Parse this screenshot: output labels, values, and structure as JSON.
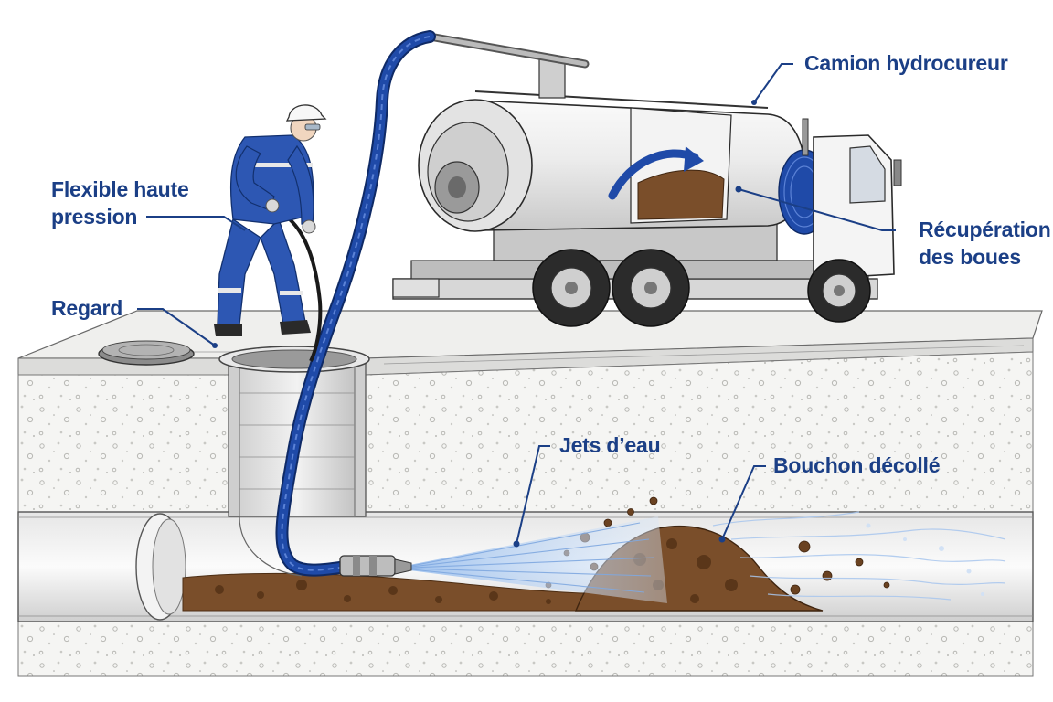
{
  "labels": {
    "truck": "Camion hydrocureur",
    "hose_line1": "Flexible haute",
    "hose_line2": "pression",
    "manhole": "Regard",
    "sludge_line1": "Récupération",
    "sludge_line2": "des boues",
    "water_jets": "Jets d’eau",
    "blockage": "Bouchon décollé"
  },
  "colors": {
    "label_text": "#1b3f86",
    "leader_line": "#1b3f86",
    "hose": "#1f4aa8",
    "hose_highlight": "#5b82d6",
    "worker_suit": "#2d57b3",
    "sludge": "#7a4e2a",
    "sludge_dark": "#5a3619",
    "water": "#8fb4e6",
    "tank": "#eeeeee",
    "outline": "#2a2a2a"
  },
  "icons": [
    "worker",
    "vacuum-truck",
    "manhole-cover",
    "sewer-pipe",
    "nozzle",
    "water-jet",
    "sludge-blockage"
  ]
}
